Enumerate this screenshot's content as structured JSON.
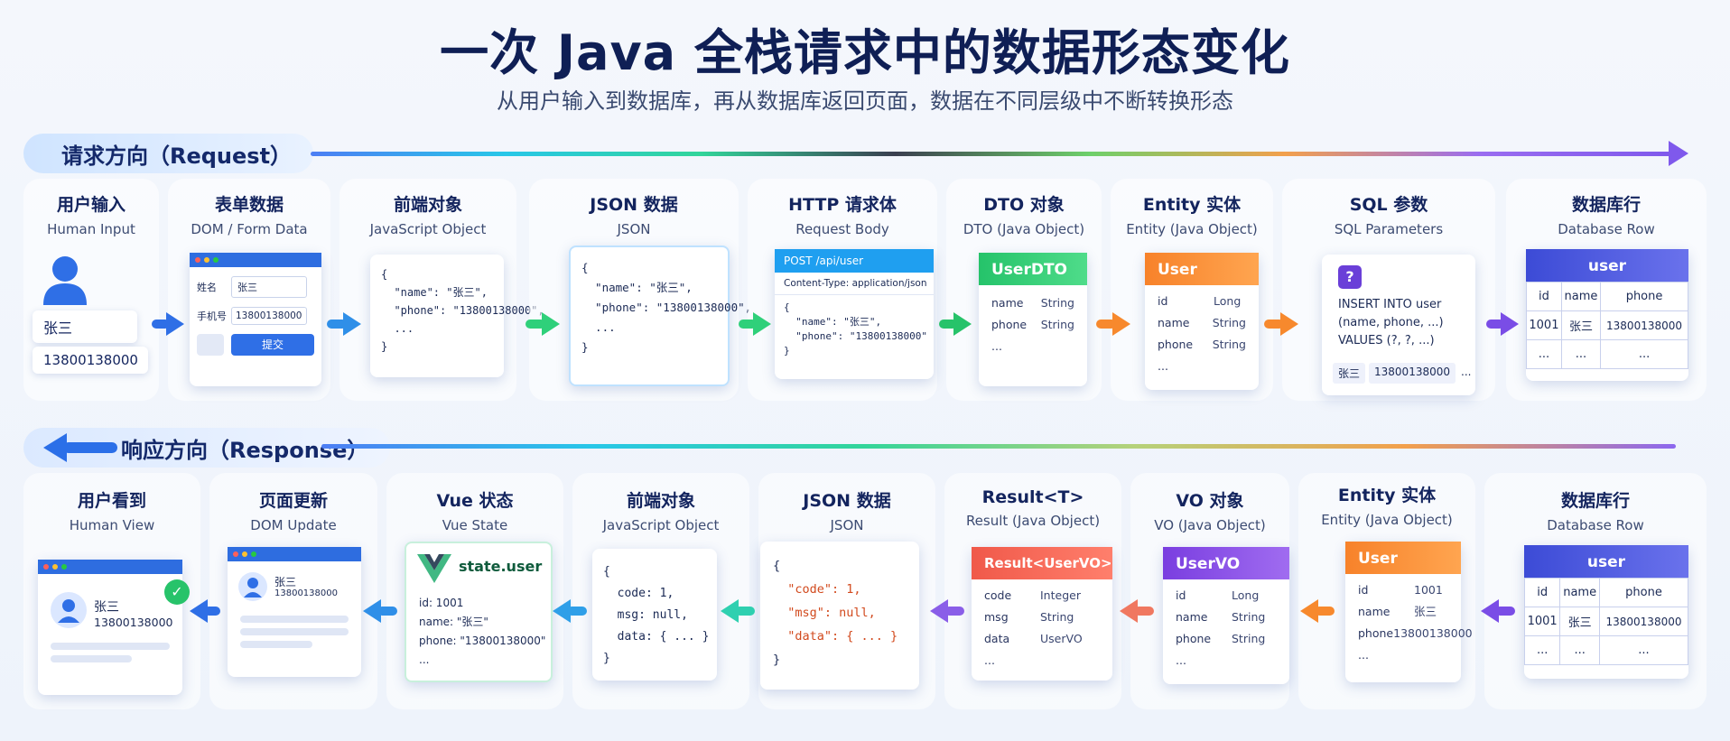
{
  "title": "一次 Java 全栈请求中的数据形态变化",
  "subtitle": "从用户输入到数据库，再从数据库返回页面，数据在不同层级中不断转换形态",
  "request": {
    "label": "请求方向（Request）",
    "steps": [
      {
        "zh": "用户输入",
        "en": "Human Input"
      },
      {
        "zh": "表单数据",
        "en": "DOM / Form Data"
      },
      {
        "zh": "前端对象",
        "en": "JavaScript Object"
      },
      {
        "zh": "JSON 数据",
        "en": "JSON"
      },
      {
        "zh": "HTTP 请求体",
        "en": "Request Body"
      },
      {
        "zh": "DTO 对象",
        "en": "DTO (Java Object)"
      },
      {
        "zh": "Entity 实体",
        "en": "Entity (Java Object)"
      },
      {
        "zh": "SQL 参数",
        "en": "SQL Parameters"
      },
      {
        "zh": "数据库行",
        "en": "Database Row"
      }
    ],
    "input": {
      "name": "张三",
      "phone": "13800138000"
    },
    "form": {
      "name_label": "姓名",
      "name_value": "张三",
      "phone_label": "手机号",
      "phone_value": "13800138000",
      "submit": "提交"
    },
    "js_object": "{\n  \"name\": \"张三\",\n  \"phone\": \"13800138000\",\n  ...\n}",
    "json": "{\n  \"name\": \"张三\",\n  \"phone\": \"13800138000\",\n  ...\n}",
    "http": {
      "method_line": "POST /api/user",
      "content_type": "Content-Type: application/json",
      "body": "{\n  \"name\": \"张三\",\n  \"phone\": \"13800138000\"\n}"
    },
    "dto": {
      "title": "UserDTO",
      "fields": [
        {
          "k": "name",
          "v": "String"
        },
        {
          "k": "phone",
          "v": "String"
        },
        {
          "k": "...",
          "v": ""
        }
      ]
    },
    "entity": {
      "title": "User",
      "fields": [
        {
          "k": "id",
          "v": "Long"
        },
        {
          "k": "name",
          "v": "String"
        },
        {
          "k": "phone",
          "v": "String"
        },
        {
          "k": "...",
          "v": ""
        }
      ]
    },
    "sql": {
      "icon": "?",
      "text": "INSERT INTO user\n(name, phone, ...)\nVALUES (?, ?, ...)",
      "param1": "张三",
      "param2": "13800138000",
      "more": "..."
    },
    "db": {
      "title": "user",
      "headers": [
        "id",
        "name",
        "phone"
      ],
      "row": [
        "1001",
        "张三",
        "13800138000"
      ],
      "more": [
        "...",
        "...",
        "..."
      ]
    }
  },
  "response": {
    "label": "响应方向（Response）",
    "steps": [
      {
        "zh": "用户看到",
        "en": "Human View"
      },
      {
        "zh": "页面更新",
        "en": "DOM Update"
      },
      {
        "zh": "Vue 状态",
        "en": "Vue State"
      },
      {
        "zh": "前端对象",
        "en": "JavaScript Object"
      },
      {
        "zh": "JSON 数据",
        "en": "JSON"
      },
      {
        "zh": "Result<T>",
        "en": "Result (Java Object)"
      },
      {
        "zh": "VO 对象",
        "en": "VO (Java Object)"
      },
      {
        "zh": "Entity 实体",
        "en": "Entity (Java Object)"
      },
      {
        "zh": "数据库行",
        "en": "Database Row"
      }
    ],
    "view": {
      "name": "张三",
      "phone": "13800138000"
    },
    "dom": {
      "name": "张三",
      "phone": "13800138000"
    },
    "vue": {
      "title": "state.user",
      "lines": [
        "id: 1001",
        "name: \"张三\"",
        "phone: \"13800138000\"",
        "..."
      ]
    },
    "js_object": "{\n  code: 1,\n  msg: null,\n  data: { ... }\n}",
    "json": {
      "open": "{",
      "l1": "  \"code\": 1,",
      "l2": "  \"msg\": null,",
      "l3": "  \"data\": { ... }",
      "close": "}"
    },
    "result": {
      "title": "Result<UserVO>",
      "fields": [
        {
          "k": "code",
          "v": "Integer"
        },
        {
          "k": "msg",
          "v": "String"
        },
        {
          "k": "data",
          "v": "UserVO"
        },
        {
          "k": "...",
          "v": ""
        }
      ]
    },
    "vo": {
      "title": "UserVO",
      "fields": [
        {
          "k": "id",
          "v": "Long"
        },
        {
          "k": "name",
          "v": "String"
        },
        {
          "k": "phone",
          "v": "String"
        },
        {
          "k": "...",
          "v": ""
        }
      ]
    },
    "entity": {
      "title": "User",
      "fields": [
        {
          "k": "id",
          "v": "1001"
        },
        {
          "k": "name",
          "v": "张三"
        },
        {
          "k": "phone",
          "v": "13800138000"
        },
        {
          "k": "...",
          "v": ""
        }
      ]
    },
    "db": {
      "title": "user",
      "headers": [
        "id",
        "name",
        "phone"
      ],
      "row": [
        "1001",
        "张三",
        "13800138000"
      ],
      "more": [
        "...",
        "...",
        "..."
      ]
    }
  },
  "colors": {
    "blue": "#2f6fe6",
    "cyan": "#1fb6e8",
    "green": "#2fd07a",
    "orange": "#f7892d",
    "purple": "#7a4de6",
    "indigo": "#4a55d8",
    "red": "#f0594a"
  }
}
